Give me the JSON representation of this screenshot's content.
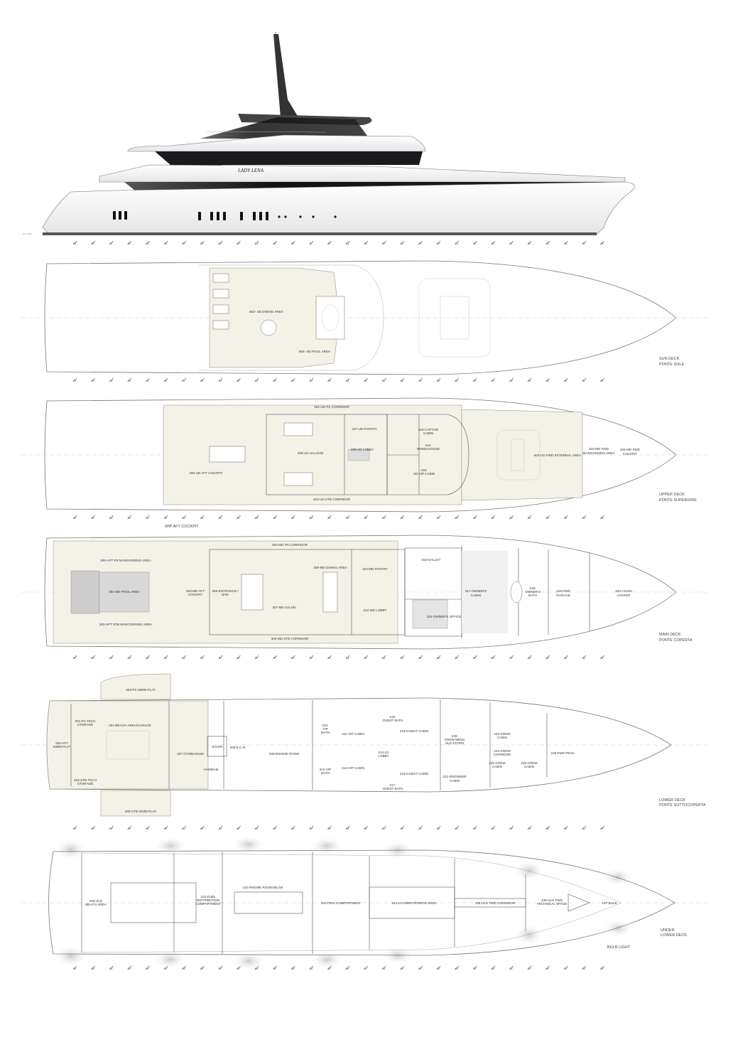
{
  "profile": {
    "boat_name": "LADY LENA",
    "scale_note": "WL / DWL"
  },
  "colors": {
    "deck_cream": "#f4f1e6",
    "glass_dark": "#1a1a1e",
    "line": "#555555"
  },
  "decks": {
    "sun": {
      "name": "SUN DECK",
      "name_it": "PONTE SOLE",
      "rooms": [
        "502- SD DINING AREA",
        "505- SD POOL AREA"
      ]
    },
    "upper": {
      "name": "UPPER DECK",
      "name_it": "PONTE SUPERIORE",
      "note": "WIP AFT COCKPIT",
      "rooms": [
        "401-UD PS CORRIDOR",
        "407-UD PANTRY",
        "406-UD SALOON",
        "408-UD LOBBY",
        [
          "413-CAPTAIN",
          "CABIN"
        ],
        [
          "410-",
          "WHEELHOUSE"
        ],
        [
          "415-",
          "UD VIP CABIN"
        ],
        "400-UD AFT COCKPIT",
        "402-UD STB CORRIDOR",
        "403-UD FWD EXTERNAL AREA",
        [
          "404-MD FWD",
          "MANOVERING AREA"
        ],
        [
          "405-MD FWD",
          "COCKPIT"
        ]
      ]
    },
    "main": {
      "name": "MAIN DECK",
      "name_it": "PONTE COPERTA",
      "rooms": [
        "300-AFT PS MANOVERING AREA",
        "301-MD POOL AREA",
        "302-AFT STB MANOVERING AREA",
        [
          "303-MD AFT",
          "COCKPIT"
        ],
        [
          "306-ENTRANCE /",
          "BAR"
        ],
        "304-MD PS CORRIDOR",
        "305-MD STB CORRIDOR",
        "307-MD SALON",
        "308-MD DINING AREA",
        "310-MD PANTRY",
        "312-MD LOBBY",
        "315-GALLEY",
        "316-OWNER'S OFFICE",
        [
          "317-OWNER'S",
          "CABIN"
        ],
        [
          "318-",
          "OWNER'S",
          "BATH"
        ],
        [
          "319-FWD",
          "GARAGE"
        ],
        [
          "320-CHAIN",
          "LOCKER"
        ]
      ]
    },
    "lower": {
      "name": "LOWER DECK",
      "name_it": "PONTE SOTTOCOPERTA",
      "rooms": [
        "203-PS SWIM PLAT",
        [
          "201-PS TECH",
          "STORAGE"
        ],
        [
          "200-AFT",
          "SWIM PLAT"
        ],
        "204-BEACH AREA/GARAGE",
        [
          "202-STB TECH",
          "STORAGE"
        ],
        "SAUNA",
        "207-GYMNASIUM",
        "HAMMAM",
        "208-E.C.R.",
        "209-ENGINE ROOM",
        [
          "210-",
          "VIP",
          "BATH"
        ],
        "211-VIP CABIN",
        [
          "212-VIP",
          "BATH"
        ],
        "213-VIP CABIN",
        [
          "214-LD",
          "LOBBY"
        ],
        [
          "215-",
          "GUEST BATH"
        ],
        "216-GUEST CABIN",
        [
          "217-",
          "GUEST BATH"
        ],
        "218-GUEST CABIN",
        [
          "219-",
          "CREW MESS",
          "ULD STAIRS"
        ],
        [
          "221-ENGINEER",
          "CABIN"
        ],
        [
          "223-CREW",
          "CABIN"
        ],
        [
          "224-CREW",
          "CORRIDOR"
        ],
        [
          "225-CREW",
          "CABIN"
        ],
        [
          "226-CREW",
          "CABIN"
        ],
        "229-FWD PEAK",
        "205-STB SWIM PLAT"
      ]
    },
    "under": {
      "name": "UNDER",
      "name_2": "LOWER DECK",
      "note": "BULB LIGHT",
      "rooms": [
        [
          "100-ULD",
          "BEACH AREA"
        ],
        [
          "101-FUEL",
          "DISTRIBUTION",
          "COMPARTMENT"
        ],
        "102-ENGINE ROOM BILGE",
        "103-FINS COMPARTMENT",
        "104-LAUNDRY/FRIDGE AREA",
        "105-ULD FWD CORRIDOR",
        [
          "106-ULD FWD",
          "TECHNICAL SPACE"
        ],
        "107-BULB"
      ]
    }
  }
}
